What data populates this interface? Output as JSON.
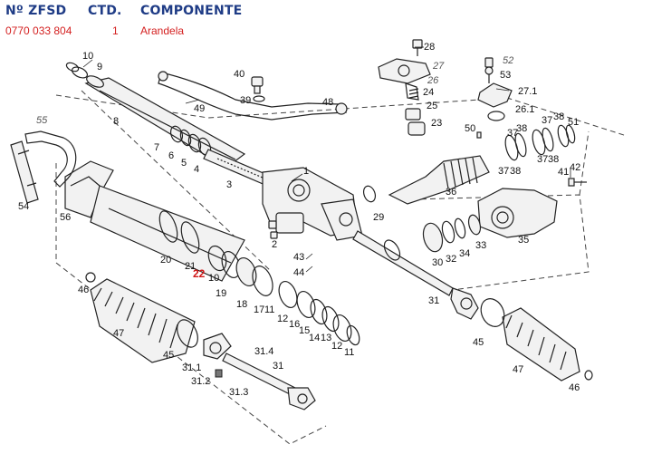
{
  "header": {
    "col_no": "Nº ZFSD",
    "col_qty": "CTD.",
    "col_component": "COMPONENTE"
  },
  "row": {
    "no": "0770 033 804",
    "qty": "1",
    "component": "Arandela"
  },
  "callouts": {
    "n1": "1",
    "n2": "2",
    "n3": "3",
    "n4": "4",
    "n5": "5",
    "n6": "6",
    "n7": "7",
    "n8": "8",
    "n9": "9",
    "n10a": "10",
    "n10b": "10",
    "n11a": "11",
    "n11b": "11",
    "n12a": "12",
    "n12b": "12",
    "n13": "13",
    "n14": "14",
    "n15": "15",
    "n16": "16",
    "n17": "17",
    "n18": "18",
    "n19": "19",
    "n20": "20",
    "n21": "21",
    "n22": "22",
    "n23": "23",
    "n24": "24",
    "n25": "25",
    "n26": "26",
    "n26_1": "26.1",
    "n27": "27",
    "n27_1": "27.1",
    "n28": "28",
    "n29": "29",
    "n30": "30",
    "n31a": "31",
    "n31b": "31",
    "n31_1": "31.1",
    "n31_2": "31.2",
    "n31_3": "31.3",
    "n31_4": "31.4",
    "n32": "32",
    "n33": "33",
    "n34": "34",
    "n35": "35",
    "n36": "36",
    "n37a": "37",
    "n37b": "37",
    "n37c": "37",
    "n37d": "37",
    "n38a": "38",
    "n38b": "38",
    "n38c": "38",
    "n38d": "38",
    "n39": "39",
    "n40": "40",
    "n41": "41",
    "n42": "42",
    "n43": "43",
    "n44": "44",
    "n45a": "45",
    "n45b": "45",
    "n46a": "46",
    "n46b": "46",
    "n47a": "47",
    "n47b": "47",
    "n48": "48",
    "n49": "49",
    "n50": "50",
    "n51": "51",
    "n52": "52",
    "n53": "53",
    "n54": "54",
    "n55": "55",
    "n56": "56"
  },
  "highlight_color": "#d01818",
  "header_color": "#1f3c86"
}
